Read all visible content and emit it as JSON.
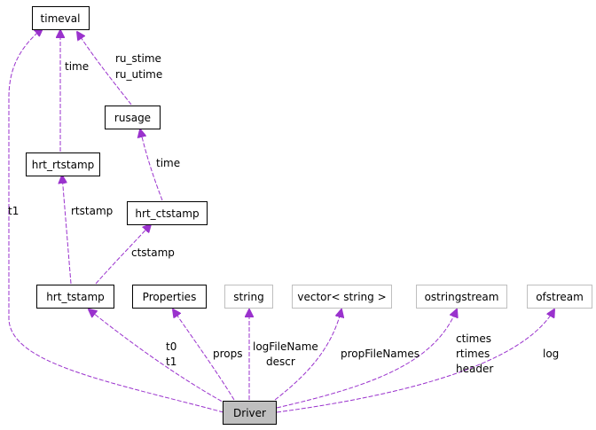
{
  "diagram": {
    "nodes": {
      "timeval": "timeval",
      "rusage": "rusage",
      "hrt_rtstamp": "hrt_rtstamp",
      "hrt_ctstamp": "hrt_ctstamp",
      "hrt_tstamp": "hrt_tstamp",
      "properties": "Properties",
      "string": "string",
      "vector_string": "vector< string >",
      "ostringstream": "ostringstream",
      "ofstream": "ofstream",
      "driver": "Driver"
    },
    "edge_labels": {
      "t1_left": "t1",
      "time_hrt_rtstamp": "time",
      "ru_stime": "ru_stime",
      "ru_utime": "ru_utime",
      "time_hrt_ctstamp": "time",
      "rtstamp": "rtstamp",
      "ctstamp": "ctstamp",
      "t0": "t0",
      "t1": "t1",
      "props": "props",
      "logFileName": "logFileName",
      "descr": "descr",
      "propFileNames": "propFileNames",
      "ctimes": "ctimes",
      "rtimes": "rtimes",
      "header": "header",
      "log": "log"
    }
  }
}
